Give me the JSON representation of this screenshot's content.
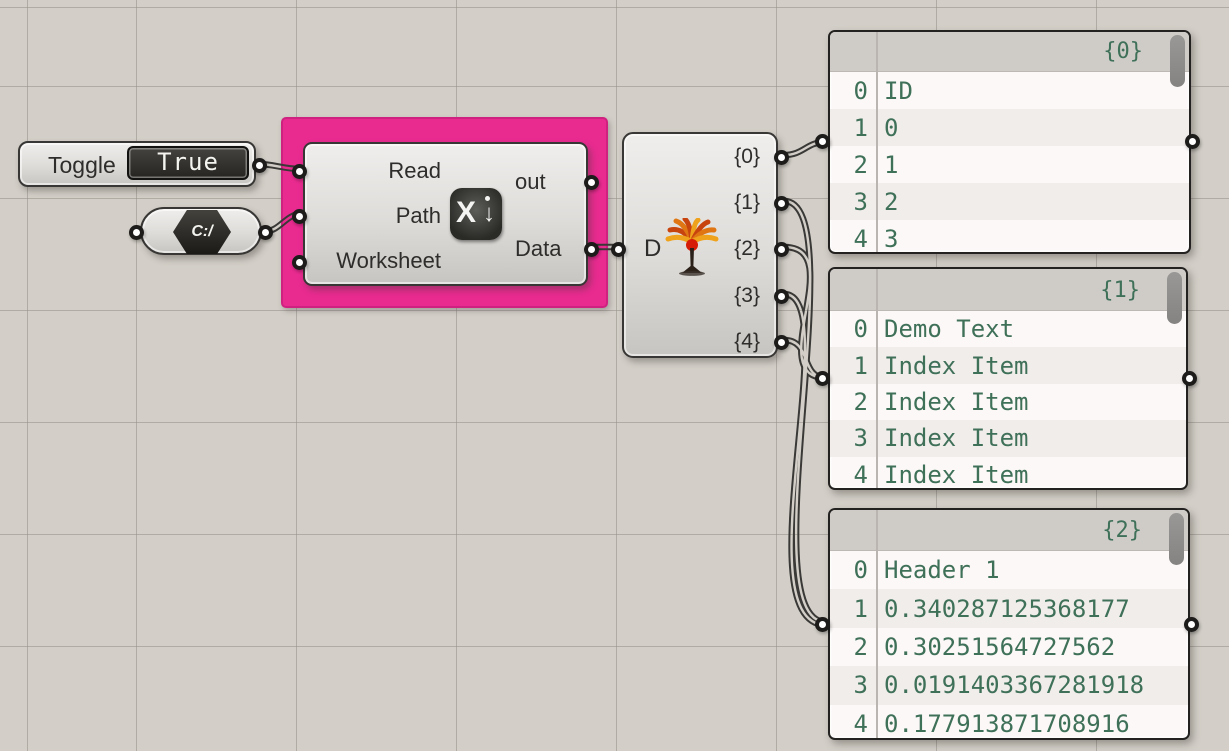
{
  "colors": {
    "canvas_bg": "#d3cfc8",
    "selection_group_pink": "#e92b90",
    "wire_dark": "#3a3937",
    "panel_text_green": "#3f7058"
  },
  "toggle": {
    "label": "Toggle",
    "value": "True"
  },
  "file_path": {
    "icon_label": "C:/"
  },
  "excel_reader": {
    "inputs": [
      "Read",
      "Path",
      "Worksheet"
    ],
    "outputs": [
      "out",
      "Data"
    ],
    "icon_x": "X",
    "icon_arrow": "↓"
  },
  "explode_tree": {
    "input_label": "D",
    "output_labels": [
      "{0}",
      "{1}",
      "{2}",
      "{3}",
      "{4}"
    ]
  },
  "panels": [
    {
      "tag": "{0}",
      "rows": [
        [
          "0",
          "ID"
        ],
        [
          "1",
          "0"
        ],
        [
          "2",
          "1"
        ],
        [
          "3",
          "2"
        ],
        [
          "4",
          "3"
        ]
      ]
    },
    {
      "tag": "{1}",
      "rows": [
        [
          "0",
          "Demo Text"
        ],
        [
          "1",
          "Index Item"
        ],
        [
          "2",
          "Index Item"
        ],
        [
          "3",
          "Index Item"
        ],
        [
          "4",
          "Index Item"
        ]
      ]
    },
    {
      "tag": "{2}",
      "rows": [
        [
          "0",
          "Header 1"
        ],
        [
          "1",
          "0.340287125368177"
        ],
        [
          "2",
          "0.30251564727562"
        ],
        [
          "3",
          "0.0191403367281918"
        ],
        [
          "4",
          "0.177913871708916"
        ]
      ]
    }
  ]
}
